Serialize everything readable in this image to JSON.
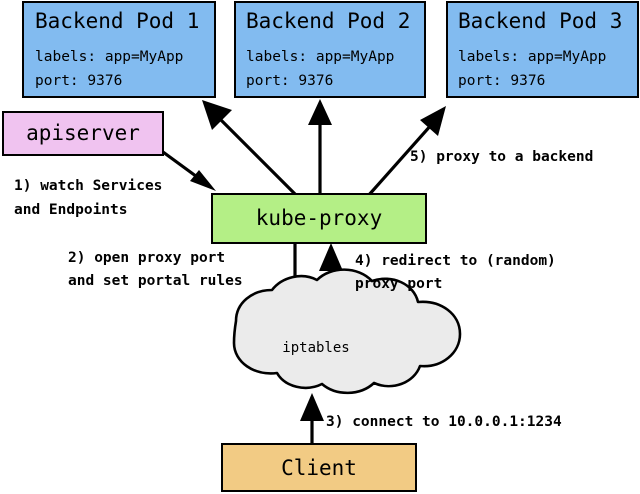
{
  "diagram": {
    "title": "Kubernetes kube-proxy userspace proxy mode",
    "background": "#ffffff",
    "colors": {
      "pod_fill": "#82bbf0",
      "apiserver_fill": "#f0c3f0",
      "kubeproxy_fill": "#b4ef86",
      "iptables_fill": "#ebebeb",
      "client_fill": "#f2cb84",
      "stroke": "#000000",
      "text": "#000000"
    },
    "nodes": {
      "pod1": {
        "name": "backend-pod-1",
        "title": "Backend Pod 1",
        "labels_line": "labels: app=MyApp",
        "port_line": "port: 9376",
        "fill": "#82bbf0",
        "shape": "rectangle"
      },
      "pod2": {
        "name": "backend-pod-2",
        "title": "Backend Pod 2",
        "labels_line": "labels: app=MyApp",
        "port_line": "port: 9376",
        "fill": "#82bbf0",
        "shape": "rectangle"
      },
      "pod3": {
        "name": "backend-pod-3",
        "title": "Backend Pod 3",
        "labels_line": "labels: app=MyApp",
        "port_line": "port: 9376",
        "fill": "#82bbf0",
        "shape": "rectangle"
      },
      "apiserver": {
        "name": "apiserver",
        "title": "apiserver",
        "fill": "#f0c3f0",
        "shape": "rectangle"
      },
      "kubeproxy": {
        "name": "kube-proxy",
        "title": "kube-proxy",
        "fill": "#b4ef86",
        "shape": "rectangle"
      },
      "iptables": {
        "name": "iptables",
        "title": "iptables",
        "fill": "#ebebeb",
        "shape": "cloud"
      },
      "client": {
        "name": "client",
        "title": "Client",
        "fill": "#f2cb84",
        "shape": "rectangle"
      }
    },
    "steps": [
      {
        "id": "step-1",
        "line1": "1) watch Services",
        "line2": "and Endpoints",
        "from": "apiserver",
        "to": "kube-proxy"
      },
      {
        "id": "step-2",
        "line1": "2) open proxy port",
        "line2": "and set portal rules",
        "from": "kube-proxy",
        "to": "iptables"
      },
      {
        "id": "step-3",
        "line1": "3) connect to 10.0.0.1:1234",
        "line2": "",
        "from": "client",
        "to": "iptables"
      },
      {
        "id": "step-4",
        "line1": "4) redirect to (random)",
        "line2": "proxy port",
        "from": "iptables",
        "to": "kube-proxy"
      },
      {
        "id": "step-5",
        "line1": "5) proxy to a backend",
        "line2": "",
        "from": "kube-proxy",
        "to": "backend-pods"
      }
    ]
  }
}
